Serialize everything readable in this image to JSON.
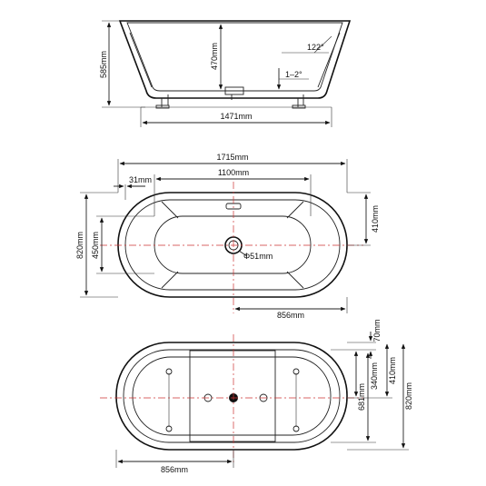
{
  "side_view": {
    "height_total": "585mm",
    "height_inner": "470mm",
    "wall_angle": "122°",
    "slope": "1–2°",
    "length": "1471mm"
  },
  "top_view": {
    "overall_length": "1715mm",
    "bottom_length": "1100mm",
    "rim_width": "31mm",
    "overall_width": "820mm",
    "inner_width": "450mm",
    "half_width": "410mm",
    "drain_diameter": "Φ51mm",
    "drain_offset": "856mm"
  },
  "base_view": {
    "rim_offset": "70mm",
    "inner_width": "340mm",
    "half_width": "410mm",
    "bottom_width": "681mm",
    "overall_width": "820mm",
    "drain_offset": "856mm"
  }
}
